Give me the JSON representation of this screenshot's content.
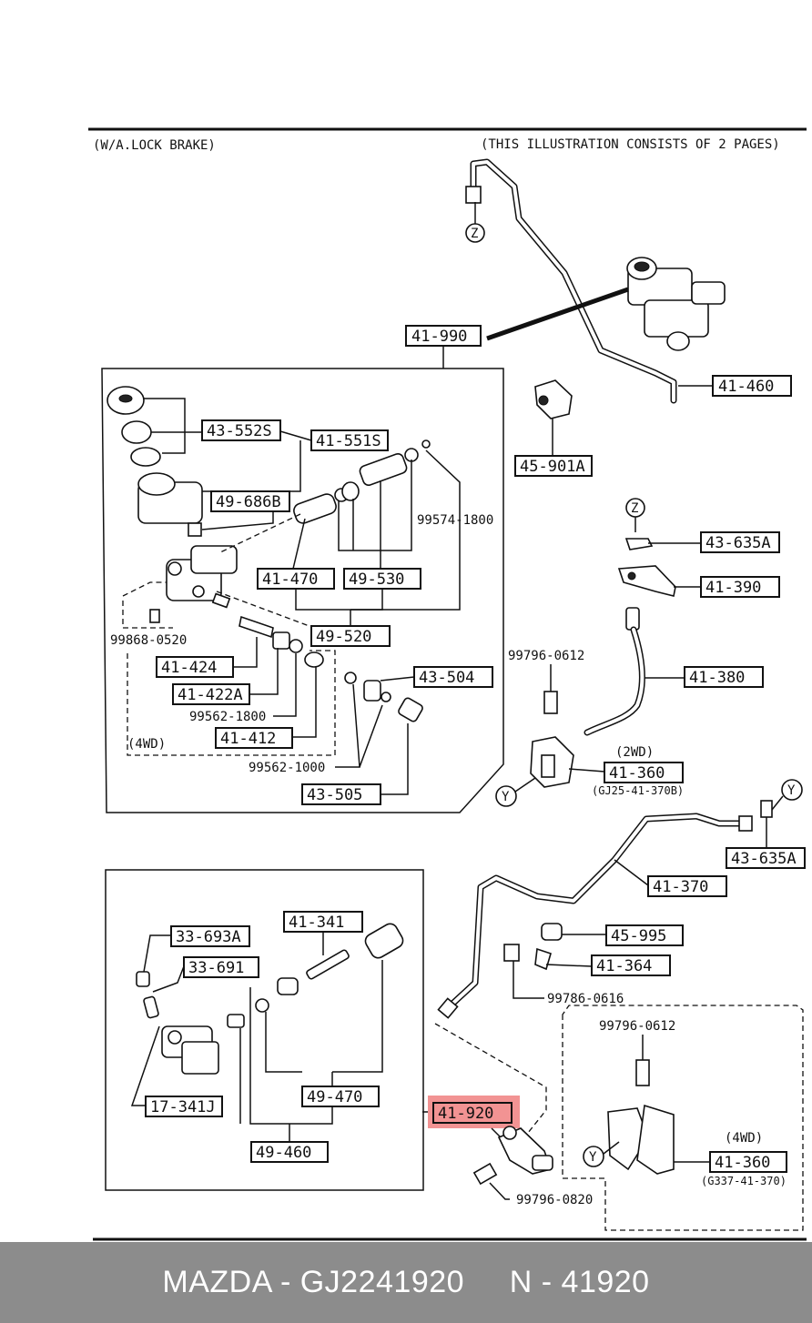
{
  "header": {
    "left_note": "(W/A.LOCK BRAKE)",
    "right_note": "(THIS ILLUSTRATION CONSISTS OF  2 PAGES)"
  },
  "parts": {
    "p41_990": "41-990",
    "p41_460": "41-460",
    "p45_901A": "45-901A",
    "p43_552S": "43-552S",
    "p41_551S": "41-551S",
    "p49_686B": "49-686B",
    "p99574_1800": "99574-1800",
    "p41_470": "41-470",
    "p49_530": "49-530",
    "p99868_0520": "99868-0520",
    "p49_520": "49-520",
    "p41_424": "41-424",
    "p41_422A": "41-422A",
    "p99562_1800": "99562-1800",
    "p41_412": "41-412",
    "p99562_1000": "99562-1000",
    "p43_504": "43-504",
    "p43_505": "43-505",
    "p4wd_top": "(4WD)",
    "p43_635A_top": "43-635A",
    "p41_390": "41-390",
    "p99796_0612_top": "99796-0612",
    "p41_380": "41-380",
    "p2wd": "(2WD)",
    "p41_360_2wd": "41-360",
    "pGJ25": "(GJ25-41-370B)",
    "p43_635A_bot": "43-635A",
    "p41_370": "41-370",
    "p45_995": "45-995",
    "p41_364": "41-364",
    "p99786_0616": "99786-0616",
    "p99796_0612_bot": "99796-0612",
    "p41_920": "41-920",
    "p4wd_bot": "(4WD)",
    "p41_360_4wd": "41-360",
    "pG337": "(G337-41-370)",
    "p99796_0820": "99796-0820",
    "p33_693A": "33-693A",
    "p41_341": "41-341",
    "p33_691": "33-691",
    "p49_470": "49-470",
    "p17_341J": "17-341J",
    "p49_460": "49-460"
  },
  "callouts": {
    "z": "Z",
    "y": "Y"
  },
  "colors": {
    "highlight": "#f08080",
    "footer_bg": "#8c8c8c",
    "footer_text": "#ffffff"
  },
  "footer": {
    "text": "MAZDA - GJ2241920     N - 41920"
  }
}
